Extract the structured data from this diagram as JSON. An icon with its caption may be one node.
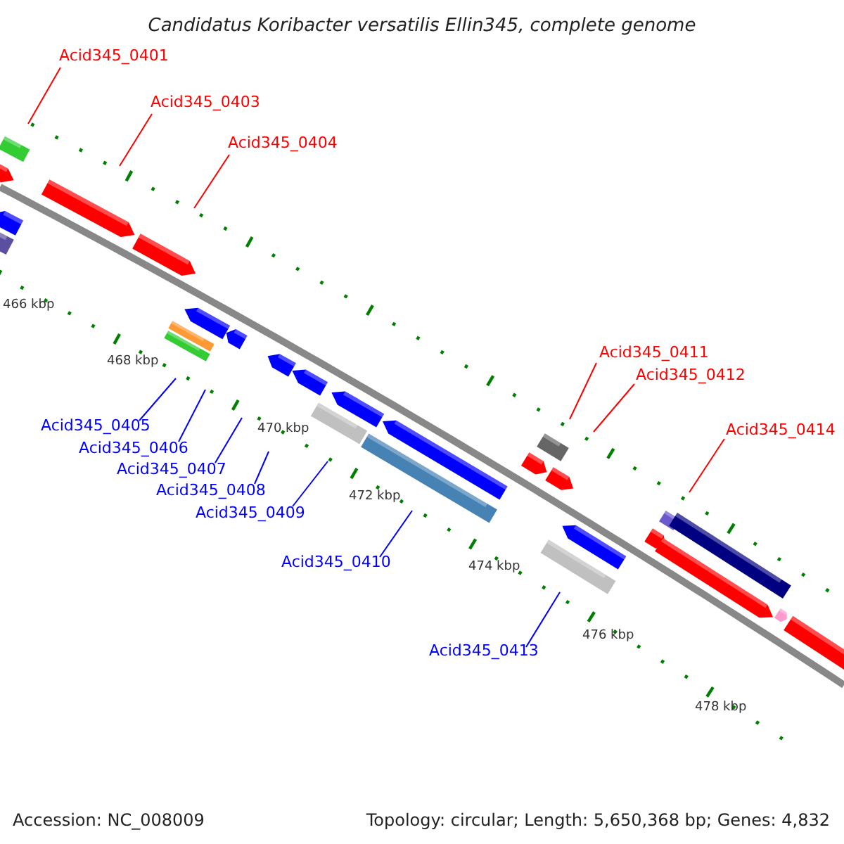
{
  "diagram": {
    "title": "Candidatus Koribacter versatilis Ellin345, complete genome",
    "nodes": [
      {
        "text": [
          "Acid345_0401"
        ]
      },
      {
        "text": [
          "Acid345_0403"
        ]
      },
      {
        "text": [
          "Acid345_0404"
        ]
      },
      {
        "text": [
          "Acid345_0405"
        ]
      },
      {
        "text": [
          "Acid345_0406"
        ]
      },
      {
        "text": [
          "Acid345_0407"
        ]
      },
      {
        "text": [
          "Acid345_0408"
        ]
      },
      {
        "text": [
          "Acid345_0409"
        ]
      },
      {
        "text": [
          "Acid345_0410"
        ]
      },
      {
        "text": [
          "Acid345_0411"
        ]
      },
      {
        "text": [
          "Acid345_0412"
        ]
      },
      {
        "text": [
          "Acid345_0414"
        ]
      },
      {
        "text": [
          "Acid345_0413"
        ]
      }
    ],
    "edges": [
      {
        "from": 0,
        "to": null,
        "arrow": "none",
        "color": "#ff0000"
      },
      {
        "from": 1,
        "to": null,
        "arrow": "none",
        "color": "#ff0000"
      },
      {
        "from": 2,
        "to": null,
        "arrow": "none",
        "color": "#ff0000"
      },
      {
        "from": 3,
        "to": null,
        "arrow": "none"
      },
      {
        "from": 4,
        "to": null,
        "arrow": "none"
      },
      {
        "from": 5,
        "to": null,
        "arrow": "none"
      },
      {
        "from": 6,
        "to": null,
        "arrow": "none"
      },
      {
        "from": 7,
        "to": null,
        "arrow": "none"
      },
      {
        "from": 8,
        "to": null,
        "arrow": "none"
      },
      {
        "from": 9,
        "to": null,
        "arrow": "none",
        "color": "#ff0000"
      },
      {
        "from": 10,
        "to": null,
        "arrow": "none",
        "color": "#ff0000"
      },
      {
        "from": 11,
        "to": null,
        "arrow": "none",
        "color": "#ff0000"
      },
      {
        "from": 12,
        "to": null,
        "arrow": "none"
      }
    ],
    "labels": [
      "466 kbp",
      "468 kbp",
      "470 kbp",
      "472 kbp",
      "474 kbp",
      "476 kbp",
      "478 kbp",
      "Accession: NC_008009",
      "Topology: circular; Length: 5,650,368 bp; Genes: 4,832"
    ]
  }
}
